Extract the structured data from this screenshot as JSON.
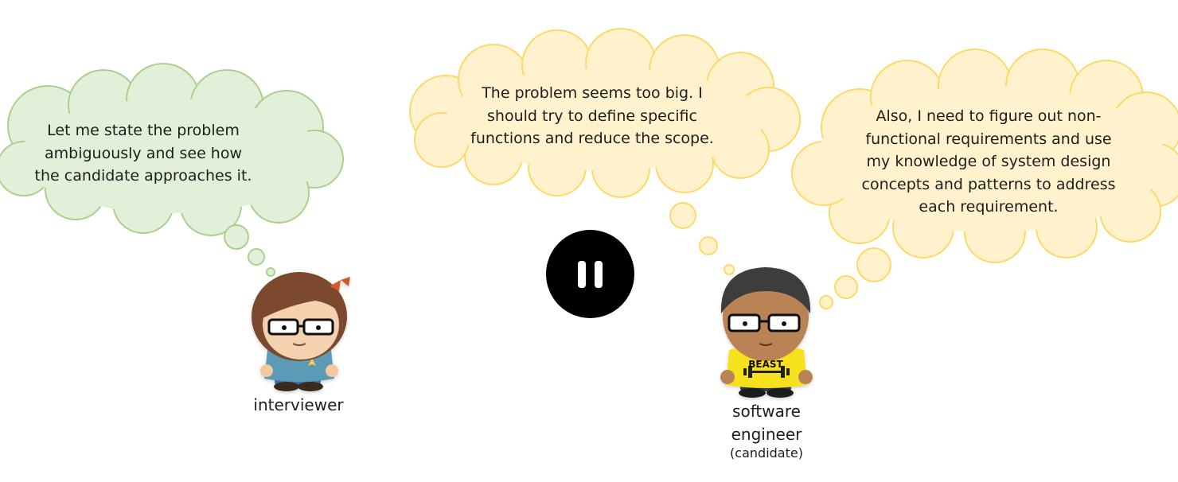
{
  "thought_bubbles": {
    "interviewer": {
      "lines": [
        "Let me state the problem",
        "ambiguously and see how",
        "the candidate approaches it."
      ]
    },
    "candidate_first": {
      "lines": [
        "The problem seems too big. I",
        "should try to define specific",
        "functions and reduce the scope."
      ]
    },
    "candidate_second": {
      "lines": [
        "Also, I need to figure out non-",
        "functional requirements and use",
        "my knowledge of system design",
        "concepts and patterns to address",
        "each requirement."
      ]
    }
  },
  "characters": {
    "interviewer": {
      "label": "interviewer"
    },
    "candidate": {
      "label_line1": "software",
      "label_line2": "engineer",
      "sublabel": "(candidate)",
      "shirt_text": "BEAST"
    }
  },
  "player": {
    "control_icon": "pause-icon",
    "state": "playing"
  },
  "colors": {
    "green_bubble_fill": "#e2f0d9",
    "green_bubble_stroke": "#a9d18e",
    "yellow_bubble_fill": "#fff2cc",
    "yellow_bubble_stroke": "#ffd966",
    "pause_button": "#000000",
    "shirt_yellow": "#f7e01a",
    "shirt_teal": "#5b9bb5"
  }
}
